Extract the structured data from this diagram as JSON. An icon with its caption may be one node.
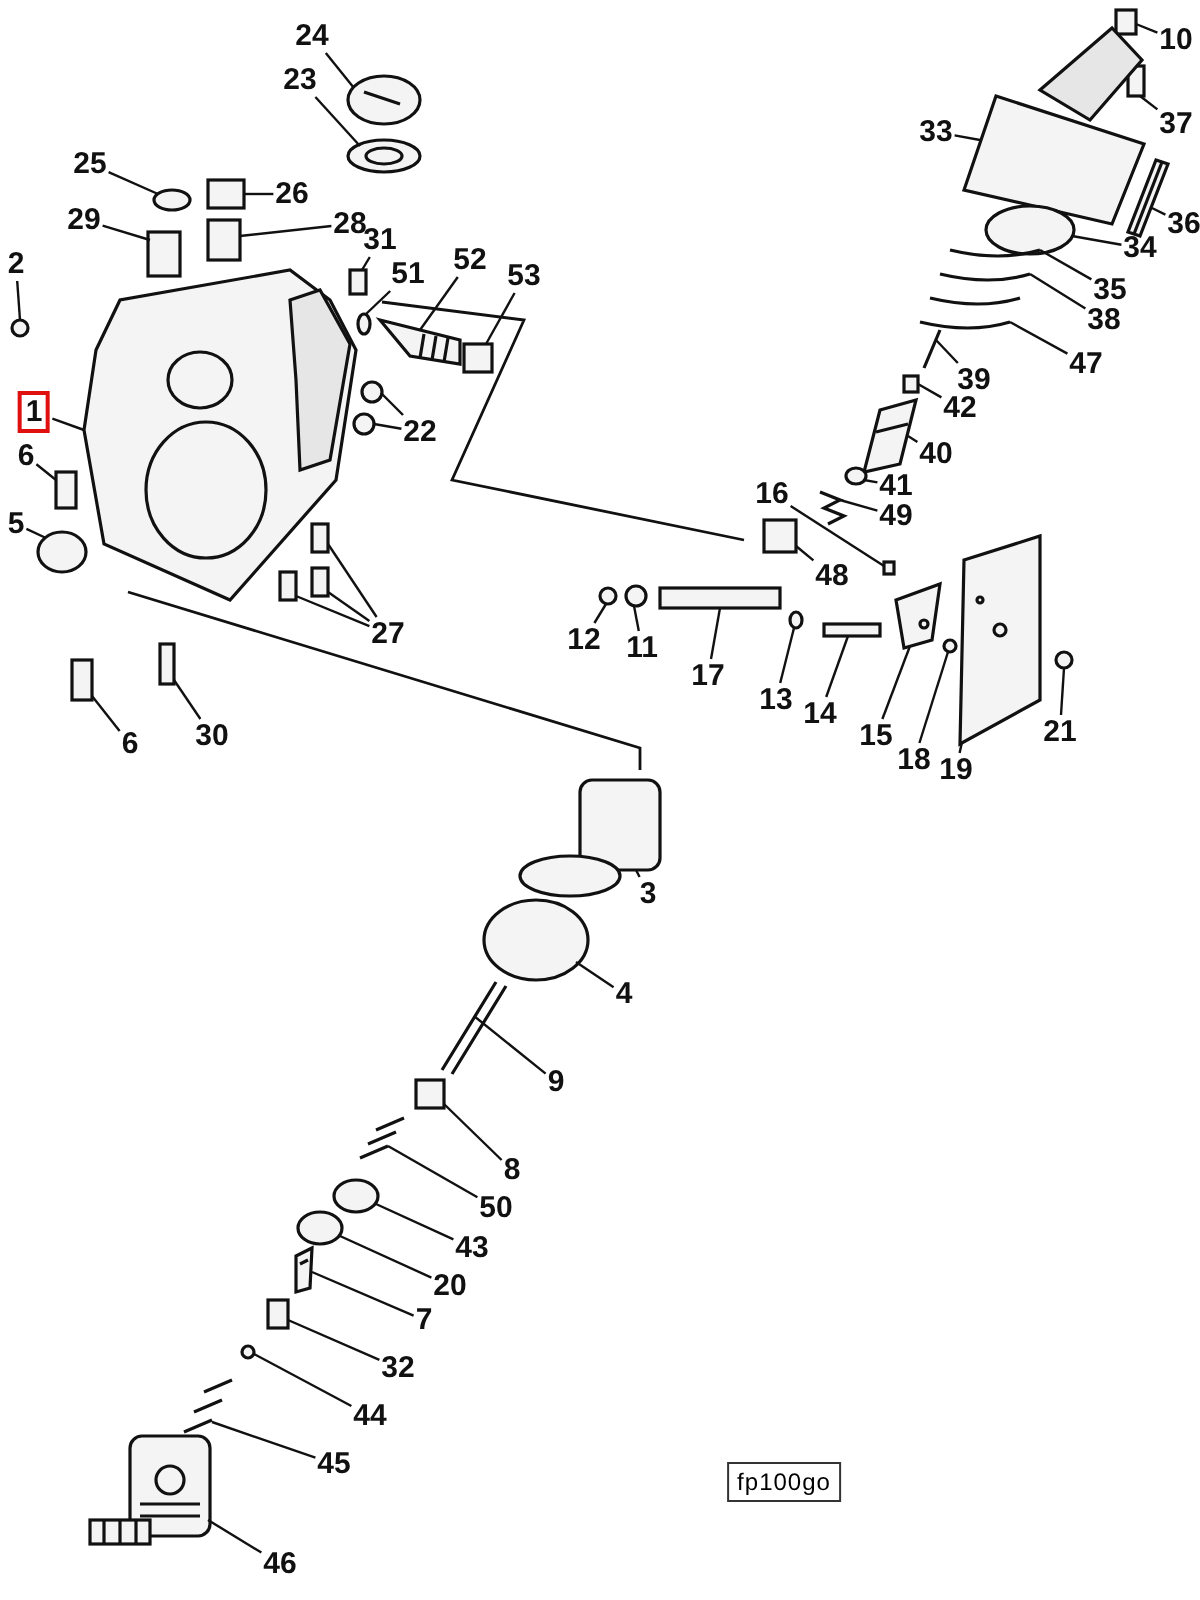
{
  "diagram": {
    "nodes": [
      {
        "text": [
          "24"
        ]
      },
      {
        "text": [
          "23"
        ]
      },
      {
        "text": [
          "25"
        ]
      },
      {
        "text": [
          "26"
        ]
      },
      {
        "text": [
          "29"
        ]
      },
      {
        "text": [
          "28"
        ]
      },
      {
        "text": [
          "31"
        ]
      },
      {
        "text": [
          "51"
        ]
      },
      {
        "text": [
          "52"
        ]
      },
      {
        "text": [
          "53"
        ]
      },
      {
        "text": [
          "2"
        ]
      },
      {
        "text": [
          "1"
        ]
      },
      {
        "text": [
          "6"
        ]
      },
      {
        "text": [
          "22"
        ]
      },
      {
        "text": [
          "5"
        ]
      },
      {
        "text": [
          "27"
        ]
      },
      {
        "text": [
          "6"
        ]
      },
      {
        "text": [
          "30"
        ]
      },
      {
        "text": [
          "10"
        ]
      },
      {
        "text": [
          "37"
        ]
      },
      {
        "text": [
          "33"
        ]
      },
      {
        "text": [
          "36"
        ]
      },
      {
        "text": [
          "34"
        ]
      },
      {
        "text": [
          "35"
        ]
      },
      {
        "text": [
          "38"
        ]
      },
      {
        "text": [
          "47"
        ]
      },
      {
        "text": [
          "39"
        ]
      },
      {
        "text": [
          "42"
        ]
      },
      {
        "text": [
          "40"
        ]
      },
      {
        "text": [
          "41"
        ]
      },
      {
        "text": [
          "16"
        ]
      },
      {
        "text": [
          "49"
        ]
      },
      {
        "text": [
          "48"
        ]
      },
      {
        "text": [
          "12"
        ]
      },
      {
        "text": [
          "11"
        ]
      },
      {
        "text": [
          "17"
        ]
      },
      {
        "text": [
          "13"
        ]
      },
      {
        "text": [
          "14"
        ]
      },
      {
        "text": [
          "15"
        ]
      },
      {
        "text": [
          "18"
        ]
      },
      {
        "text": [
          "19"
        ]
      },
      {
        "text": [
          "21"
        ]
      },
      {
        "text": [
          "3"
        ]
      },
      {
        "text": [
          "4"
        ]
      },
      {
        "text": [
          "9"
        ]
      },
      {
        "text": [
          "8"
        ]
      },
      {
        "text": [
          "50"
        ]
      },
      {
        "text": [
          "43"
        ]
      },
      {
        "text": [
          "20"
        ]
      },
      {
        "text": [
          "7"
        ]
      },
      {
        "text": [
          "32"
        ]
      },
      {
        "text": [
          "44"
        ]
      },
      {
        "text": [
          "45"
        ]
      },
      {
        "text": [
          "46"
        ]
      },
      {
        "text": [
          "fp100go"
        ]
      },
      {
        "text": [],
        "shape": "picture"
      },
      {
        "text": [],
        "shape": "picture"
      },
      {
        "text": [],
        "shape": "circle"
      },
      {
        "text": [],
        "shape": "box"
      },
      {
        "text": [],
        "shape": "box"
      },
      {
        "text": [],
        "shape": "box"
      },
      {
        "text": [],
        "shape": "box"
      },
      {
        "text": [],
        "shape": "circle"
      },
      {
        "text": [],
        "shape": "picture"
      },
      {
        "text": [],
        "shape": "box"
      },
      {
        "text": [],
        "shape": "circle"
      },
      {
        "text": [],
        "shape": "picture"
      },
      {
        "text": [],
        "shape": "box"
      },
      {
        "text": [],
        "shape": "circle"
      },
      {
        "text": [],
        "shape": "circle"
      },
      {
        "text": [],
        "shape": "circle"
      },
      {
        "text": [],
        "shape": "box"
      },
      {
        "text": [],
        "shape": "box"
      },
      {
        "text": [],
        "shape": "box"
      },
      {
        "text": [],
        "shape": "box"
      },
      {
        "text": [],
        "shape": "box"
      },
      {
        "text": [],
        "shape": "box"
      },
      {
        "text": [],
        "shape": "box"
      },
      {
        "text": [],
        "shape": "picture"
      },
      {
        "text": [],
        "shape": "picture"
      },
      {
        "text": [],
        "shape": "circle"
      },
      {
        "text": [],
        "shape": "picture"
      },
      {
        "text": [],
        "shape": "picture"
      },
      {
        "text": [],
        "shape": "picture"
      },
      {
        "text": [],
        "shape": "picture"
      },
      {
        "text": [],
        "shape": "box"
      },
      {
        "text": [],
        "shape": "picture"
      },
      {
        "text": [],
        "shape": "circle"
      },
      {
        "text": [],
        "shape": "box"
      },
      {
        "text": [],
        "shape": "picture"
      },
      {
        "text": [],
        "shape": "box"
      },
      {
        "text": [],
        "shape": "circle"
      },
      {
        "text": [],
        "shape": "circle"
      },
      {
        "text": [],
        "shape": "box"
      },
      {
        "text": [],
        "shape": "circle"
      },
      {
        "text": [],
        "shape": "box"
      },
      {
        "text": [],
        "shape": "picture"
      },
      {
        "text": [],
        "shape": "circle"
      },
      {
        "text": [],
        "shape": "picture"
      },
      {
        "text": [],
        "shape": "circle"
      },
      {
        "text": [],
        "shape": "picture"
      },
      {
        "text": [],
        "shape": "circle"
      },
      {
        "text": [],
        "shape": "picture"
      },
      {
        "text": [],
        "shape": "box"
      },
      {
        "text": [],
        "shape": "picture"
      },
      {
        "text": [],
        "shape": "circle"
      },
      {
        "text": [],
        "shape": "circle"
      },
      {
        "text": [],
        "shape": "picture"
      },
      {
        "text": [],
        "shape": "box"
      },
      {
        "text": [],
        "shape": "circle"
      },
      {
        "text": [],
        "shape": "picture"
      },
      {
        "text": [],
        "shape": "picture"
      }
    ],
    "edges": [
      {
        "from": 0,
        "to": 55,
        "arrow": "none"
      },
      {
        "from": 1,
        "to": 56,
        "arrow": "none"
      },
      {
        "from": 2,
        "to": 57,
        "arrow": "none"
      },
      {
        "from": 3,
        "to": 58,
        "arrow": "none"
      },
      {
        "from": 4,
        "to": 59,
        "arrow": "none"
      },
      {
        "from": 5,
        "to": 60,
        "arrow": "none"
      },
      {
        "from": 6,
        "to": 61,
        "arrow": "none"
      },
      {
        "from": 7,
        "to": 62,
        "arrow": "none"
      },
      {
        "from": 8,
        "to": 63,
        "arrow": "none"
      },
      {
        "from": 9,
        "to": 64,
        "arrow": "none"
      },
      {
        "from": 10,
        "to": 65,
        "arrow": "none"
      },
      {
        "from": 11,
        "to": 66,
        "arrow": "none"
      },
      {
        "from": 12,
        "to": 67,
        "arrow": "none"
      },
      {
        "from": 13,
        "to": 68,
        "arrow": "none"
      },
      {
        "from": 13,
        "to": 69,
        "arrow": "none"
      },
      {
        "from": 14,
        "to": 70,
        "arrow": "none"
      },
      {
        "from": 15,
        "to": 71,
        "arrow": "none"
      },
      {
        "from": 15,
        "to": 72,
        "arrow": "none"
      },
      {
        "from": 15,
        "to": 73,
        "arrow": "none"
      },
      {
        "from": 16,
        "to": 74,
        "arrow": "none"
      },
      {
        "from": 17,
        "to": 75,
        "arrow": "none"
      },
      {
        "from": 18,
        "to": 76,
        "arrow": "none"
      },
      {
        "from": 19,
        "to": 77,
        "arrow": "none"
      },
      {
        "from": 20,
        "to": 78,
        "arrow": "none"
      },
      {
        "from": 21,
        "to": 79,
        "arrow": "none"
      },
      {
        "from": 22,
        "to": 80,
        "arrow": "none"
      },
      {
        "from": 23,
        "to": 81,
        "arrow": "none"
      },
      {
        "from": 24,
        "to": 82,
        "arrow": "none"
      },
      {
        "from": 25,
        "to": 83,
        "arrow": "none"
      },
      {
        "from": 26,
        "to": 84,
        "arrow": "none"
      },
      {
        "from": 27,
        "to": 85,
        "arrow": "none"
      },
      {
        "from": 28,
        "to": 86,
        "arrow": "none"
      },
      {
        "from": 29,
        "to": 87,
        "arrow": "none"
      },
      {
        "from": 30,
        "to": 88,
        "arrow": "none"
      },
      {
        "from": 31,
        "to": 89,
        "arrow": "none"
      },
      {
        "from": 32,
        "to": 90,
        "arrow": "none"
      },
      {
        "from": 33,
        "to": 91,
        "arrow": "none"
      },
      {
        "from": 34,
        "to": 92,
        "arrow": "none"
      },
      {
        "from": 35,
        "to": 93,
        "arrow": "none"
      },
      {
        "from": 36,
        "to": 94,
        "arrow": "none"
      },
      {
        "from": 37,
        "to": 95,
        "arrow": "none"
      },
      {
        "from": 38,
        "to": 96,
        "arrow": "none"
      },
      {
        "from": 39,
        "to": 97,
        "arrow": "none"
      },
      {
        "from": 40,
        "to": 98,
        "arrow": "none"
      },
      {
        "from": 41,
        "to": 99,
        "arrow": "none"
      },
      {
        "from": 42,
        "to": 100,
        "arrow": "none"
      },
      {
        "from": 43,
        "to": 101,
        "arrow": "none"
      },
      {
        "from": 44,
        "to": 102,
        "arrow": "none"
      },
      {
        "from": 45,
        "to": 103,
        "arrow": "none"
      },
      {
        "from": 46,
        "to": 104,
        "arrow": "none"
      },
      {
        "from": 47,
        "to": 105,
        "arrow": "none"
      },
      {
        "from": 48,
        "to": 106,
        "arrow": "none"
      },
      {
        "from": 49,
        "to": 107,
        "arrow": "none"
      },
      {
        "from": 50,
        "to": 108,
        "arrow": "none"
      },
      {
        "from": 51,
        "to": 109,
        "arrow": "none"
      },
      {
        "from": 52,
        "to": 110,
        "arrow": "none"
      },
      {
        "from": 53,
        "to": 111,
        "arrow": "none"
      }
    ]
  }
}
